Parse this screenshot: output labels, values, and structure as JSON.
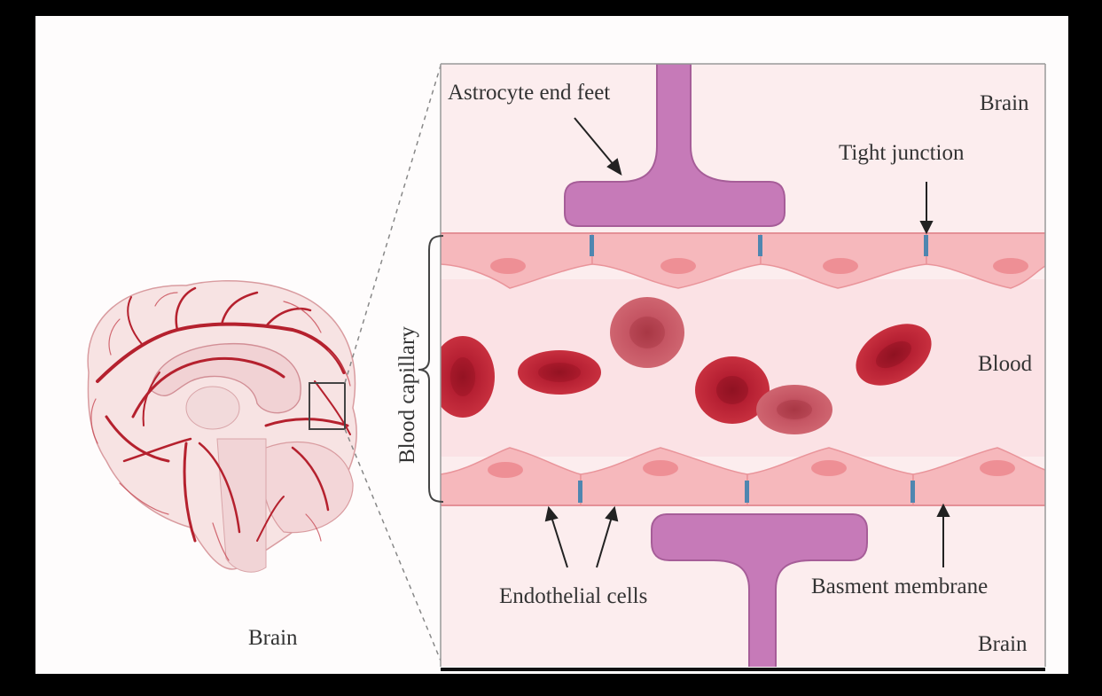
{
  "labels": {
    "astrocyte": "Astrocyte end feet",
    "brain_top": "Brain",
    "tight_junction": "Tight junction",
    "blood_capillary": "Blood capillary",
    "blood": "Blood",
    "endothelial": "Endothelial cells",
    "basement": "Basment membrane",
    "brain_bottom": "Brain",
    "brain_left": "Brain"
  },
  "colors": {
    "background": "#000000",
    "panel": "#fefcfc",
    "inset_bg": "#fceded",
    "blood_bg": "#fbe4e6",
    "endothelial": "#f6b8bc",
    "endothelial_edge": "#e9949a",
    "nucleus": "#ee8f95",
    "astrocyte": "#c67ab8",
    "astrocyte_edge": "#a65d98",
    "junction": "#4f86b0",
    "rbc_dark": "#b51f32",
    "rbc_mid": "#c83a4a",
    "rbc_light": "#cf5c68",
    "vessel": "#b5212e",
    "brain_fill": "#f6dede"
  },
  "icons": [
    "brain-illustration",
    "zoom-box",
    "red-blood-cell",
    "astrocyte-foot",
    "capillary-bracket"
  ]
}
